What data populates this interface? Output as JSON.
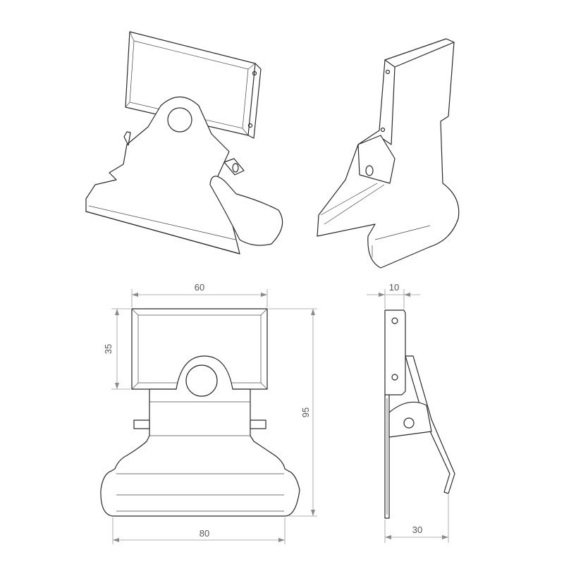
{
  "colors": {
    "line": "#2a2a2a",
    "dimension": "#9a9a9a",
    "dimension_text": "#555555",
    "background": "#ffffff"
  },
  "dimensions": {
    "holder_width": "60",
    "holder_height": "35",
    "overall_height": "95",
    "clip_width": "80",
    "side_depth_top": "10",
    "side_depth_bottom": "30"
  }
}
